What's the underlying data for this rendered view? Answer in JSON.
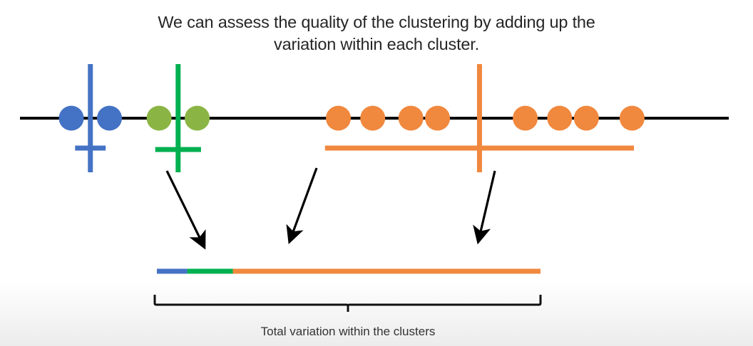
{
  "title": {
    "line1": "We can assess the quality of the clustering by adding up the",
    "line2": "variation within each cluster."
  },
  "clusters": [
    {
      "name": "blue",
      "color": "#4472c4",
      "point_color": "#4472c4",
      "points": [
        1.0,
        2.0
      ],
      "mean": 1.5,
      "variation": 0.8
    },
    {
      "name": "green",
      "color": "#00b050",
      "point_color": "#8ab544",
      "points": [
        3.3,
        4.3
      ],
      "mean": 3.8,
      "variation": 1.2
    },
    {
      "name": "orange",
      "color": "#f0883e",
      "point_color": "#f0883e",
      "points": [
        8.0,
        8.9,
        9.9,
        10.6,
        12.9,
        13.8,
        14.5,
        15.7
      ],
      "mean": 11.7,
      "variation": 8.1
    }
  ],
  "total_variation_bar": {
    "segments": [
      {
        "cluster": "blue",
        "color": "#4472c4",
        "value": 0.8
      },
      {
        "cluster": "green",
        "color": "#00b050",
        "value": 1.2
      },
      {
        "cluster": "orange",
        "color": "#f0883e",
        "value": 8.1
      }
    ]
  },
  "caption": "Total variation within the clusters",
  "colors": {
    "axis": "#000000",
    "arrow": "#000000",
    "text": "#262626"
  }
}
